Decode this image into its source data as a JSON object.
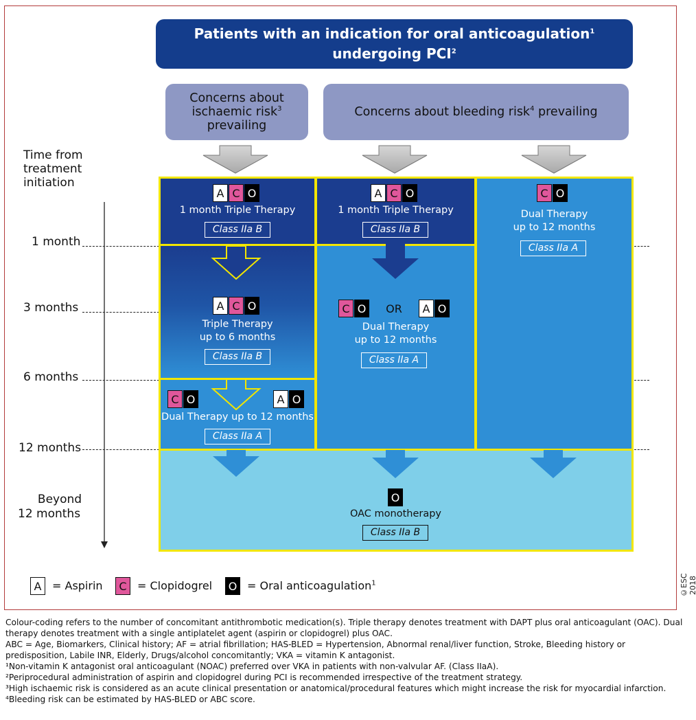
{
  "title": {
    "line1": "Patients with an indication for oral anticoagulation",
    "line1_sup": "1",
    "line2": "undergoing PCI",
    "line2_sup": "2"
  },
  "concerns": {
    "ischaemic": {
      "line1": "Concerns about",
      "line2": "ischaemic risk",
      "sup": "3",
      "line3": "prevailing"
    },
    "bleeding": {
      "text": "Concerns about bleeding risk",
      "sup": "4",
      "text2": " prevailing"
    }
  },
  "timeline": {
    "header": [
      "Time from",
      "treatment",
      "initiation"
    ],
    "labels": [
      "1 month",
      "3 months",
      "6 months",
      "12 months"
    ],
    "beyond": [
      "Beyond",
      "12 months"
    ]
  },
  "columns": {
    "left": {
      "top": {
        "drugs": [
          "A",
          "C",
          "O"
        ],
        "text": "1 month Triple Therapy",
        "class": "Class IIa B"
      },
      "mid": {
        "drugs": [
          "A",
          "C",
          "O"
        ],
        "text1": "Triple Therapy",
        "text2": "up to 6 months",
        "class": "Class IIa B"
      },
      "bottom": {
        "drugs_left": [
          "C",
          "O"
        ],
        "drugs_right": [
          "A",
          "O"
        ],
        "text": "Dual Therapy up to 12 months",
        "class": "Class IIa A"
      }
    },
    "middle": {
      "top": {
        "drugs": [
          "A",
          "C",
          "O"
        ],
        "text": "1 month Triple Therapy",
        "class": "Class IIa B"
      },
      "mid": {
        "drugs_left": [
          "C",
          "O"
        ],
        "or": "OR",
        "drugs_right": [
          "A",
          "O"
        ],
        "text1": "Dual Therapy",
        "text2": "up to 12 months",
        "class": "Class IIa A"
      }
    },
    "right": {
      "top": {
        "drugs": [
          "C",
          "O"
        ],
        "text1": "Dual Therapy",
        "text2": "up to 12 months",
        "class": "Class IIa A"
      }
    }
  },
  "beyond_box": {
    "drug": "O",
    "text": "OAC monotherapy",
    "class": "Class IIa B"
  },
  "legend": [
    {
      "key": "A",
      "label": "= Aspirin"
    },
    {
      "key": "C",
      "label": "= Clopidogrel"
    },
    {
      "key": "O",
      "label": "= Oral anticoagulation",
      "sup": "1"
    }
  ],
  "copyright": "©ESC 2018",
  "footnotes": [
    "Colour-coding refers to the number of concomitant antithrombotic medication(s). Triple therapy denotes treatment with DAPT plus oral anticoagulant (OAC). Dual therapy denotes treatment with a single antiplatelet agent (aspirin or clopidogrel) plus OAC.",
    "ABC = Age, Biomarkers, Clinical history; AF = atrial fibrillation; HAS-BLED = Hypertension, Abnormal renal/liver function, Stroke, Bleeding history or predisposition, Labile INR, Elderly, Drugs/alcohol concomitantly; VKA = vitamin K antagonist.",
    "¹Non-vitamin K antagonist oral anticoagulant (NOAC) preferred over VKA in patients with non-valvular AF. (Class IIaA).",
    "²Periprocedural administration of aspirin and clopidogrel during PCI is recommended irrespective of the treatment strategy.",
    "³High ischaemic risk is considered as an acute clinical presentation or anatomical/procedural features which might increase the risk for myocardial infarction.",
    "⁴Bleeding risk can be estimated by HAS-BLED or ABC score."
  ],
  "colors": {
    "title_bg": "#143d8c",
    "concern_bg": "#8e98c4",
    "triple_dark": "#1b3d8f",
    "dual_blue": "#2f8fd6",
    "mono_light": "#7fcfe9",
    "border_yellow": "#f2e600",
    "clopidogrel_pink": "#e0579b",
    "frame_red": "#b23a3a"
  }
}
